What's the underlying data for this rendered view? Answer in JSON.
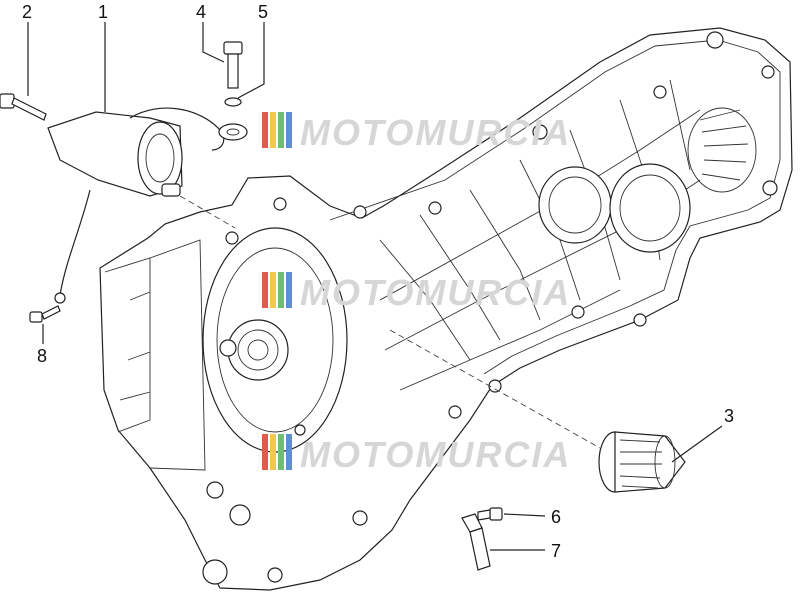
{
  "callouts": [
    "1",
    "2",
    "3",
    "4",
    "5",
    "6",
    "7",
    "8"
  ],
  "watermark": "MOTOMURCIA",
  "colors": {
    "line": "#222222",
    "watermark_text": "#d6d6d6",
    "watermark_stripes": [
      "#e05a4f",
      "#f2c94c",
      "#6fbf73",
      "#5a8fd6"
    ]
  }
}
